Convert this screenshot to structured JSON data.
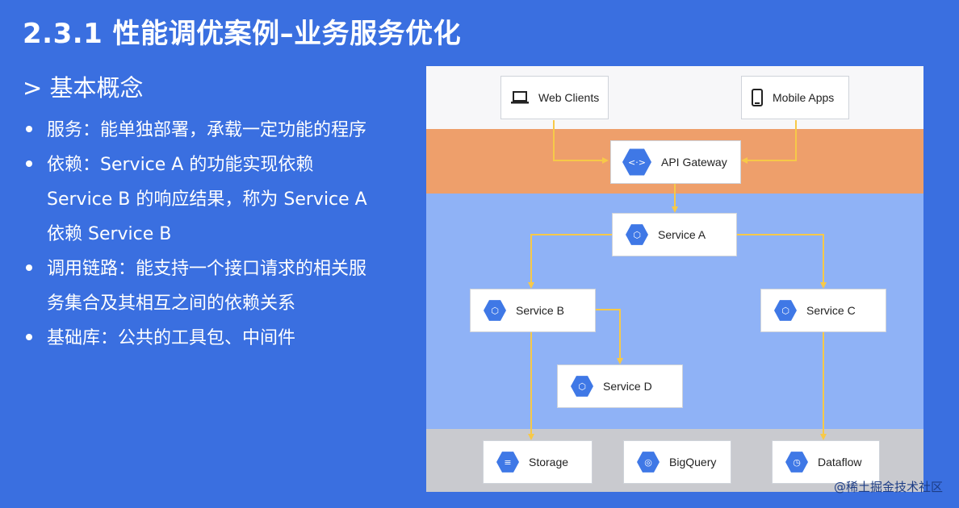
{
  "slide": {
    "title": "2.3.1 性能调优案例–业务服务优化",
    "section_heading": "> 基本概念"
  },
  "bullets": [
    {
      "lines": [
        "服务：能单独部署，承载一定功能的程序"
      ]
    },
    {
      "lines": [
        "依赖：Service A 的功能实现依赖",
        "Service B 的响应结果，称为 Service A",
        "依赖 Service B"
      ]
    },
    {
      "lines": [
        "调用链路：能支持一个接口请求的相关服",
        "务集合及其相互之间的依赖关系"
      ]
    },
    {
      "lines": [
        "基础库：公共的工具包、中间件"
      ]
    }
  ],
  "diagram": {
    "colors": {
      "clients_band": "#f7f7f9",
      "gateway_band": "#ee9f6b",
      "services_band": "#8fb2f6",
      "storage_band": "#c9cacf",
      "node_icon": "#3f78e6",
      "connector": "#f7c948"
    },
    "nodes": {
      "web_clients": {
        "label": "Web Clients",
        "icon": "laptop-icon"
      },
      "mobile_apps": {
        "label": "Mobile Apps",
        "icon": "phone-icon"
      },
      "api_gateway": {
        "label": "API Gateway",
        "icon": "api-gateway-icon"
      },
      "service_a": {
        "label": "Service A",
        "icon": "service-icon"
      },
      "service_b": {
        "label": "Service B",
        "icon": "service-icon"
      },
      "service_c": {
        "label": "Service C",
        "icon": "service-icon"
      },
      "service_d": {
        "label": "Service D",
        "icon": "service-icon"
      },
      "storage": {
        "label": "Storage",
        "icon": "storage-icon"
      },
      "bigquery": {
        "label": "BigQuery",
        "icon": "bigquery-icon"
      },
      "dataflow": {
        "label": "Dataflow",
        "icon": "dataflow-icon"
      }
    },
    "edges": [
      {
        "from": "Web Clients",
        "to": "API Gateway"
      },
      {
        "from": "Mobile Apps",
        "to": "API Gateway"
      },
      {
        "from": "API Gateway",
        "to": "Service A"
      },
      {
        "from": "Service A",
        "to": "Service B"
      },
      {
        "from": "Service A",
        "to": "Service C"
      },
      {
        "from": "Service B",
        "to": "Service D"
      },
      {
        "from": "Service B",
        "to": "Storage"
      },
      {
        "from": "Service C",
        "to": "Dataflow"
      }
    ]
  },
  "watermark": "@稀土掘金技术社区"
}
